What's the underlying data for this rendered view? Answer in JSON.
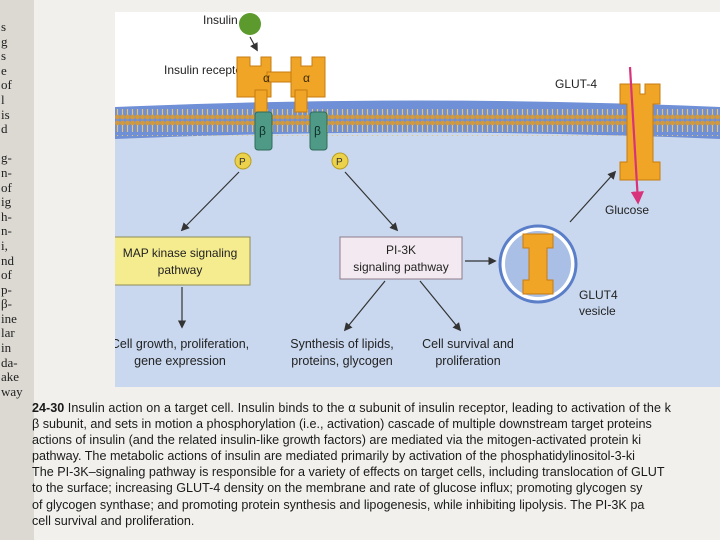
{
  "diagram": {
    "insulin_label": "Insulin",
    "receptor_label": "Insulin receptor",
    "alpha_label": "α",
    "beta_label": "β",
    "p_label": "P",
    "glut4_label": "GLUT-4",
    "glucose_label": "Glucose",
    "map_box_line1": "MAP kinase signaling",
    "map_box_line2": "pathway",
    "pi3k_box_line1": "PI-3K",
    "pi3k_box_line2": "signaling pathway",
    "vesicle_label_line1": "GLUT4",
    "vesicle_label_line2": "vesicle",
    "outcome1_line1": "Cell growth, proliferation,",
    "outcome1_line2": "gene expression",
    "outcome2_line1": "Synthesis of lipids,",
    "outcome2_line2": "proteins, glycogen",
    "outcome3_line1": "Cell survival and",
    "outcome3_line2": "proliferation"
  },
  "caption": {
    "figure_number": "24-30",
    "lines": [
      "Insulin action on a target cell. Insulin binds to the α subunit of insulin receptor, leading to activation of the k",
      "β subunit, and sets in motion a phosphorylation (i.e., activation) cascade of multiple downstream target proteins",
      "actions of insulin (and the related insulin-like growth factors) are mediated via the mitogen-activated protein ki",
      "pathway. The metabolic actions of insulin are mediated primarily by activation of the phosphatidylinositol-3-ki",
      "The PI-3K–signaling pathway is responsible for a variety of effects on target cells, including translocation of GLUT",
      "to the surface; increasing GLUT-4 density on the membrane and rate of glucose influx; promoting glycogen sy",
      "of glycogen synthase; and promoting protein synthesis and lipogenesis, while inhibiting lipolysis. The PI-3K pa",
      "cell survival and proliferation."
    ]
  },
  "margin_text": [
    "s",
    "g",
    "s",
    "e",
    "of",
    "l",
    "is",
    "d",
    "",
    "g-",
    "n-",
    "of",
    "ig",
    "h-",
    "n-",
    "i,",
    "nd",
    "of",
    "p-",
    "β-",
    "ine",
    "lar",
    "in",
    "da-",
    "ake",
    "way"
  ],
  "colors": {
    "membrane_blue": "#6f8fd6",
    "lipid_gold": "#e0b44a",
    "cytoplasm": "#c9d8ef",
    "receptor_orange": "#f1a526",
    "beta_green": "#4f9a86",
    "phosphate_yellow": "#ecd24a",
    "map_box_fill": "#f5ec8f",
    "pi3k_box_fill": "#f3e9f0",
    "glucose_arrow": "#d8337a",
    "insulin_green": "#5c9a2e"
  }
}
